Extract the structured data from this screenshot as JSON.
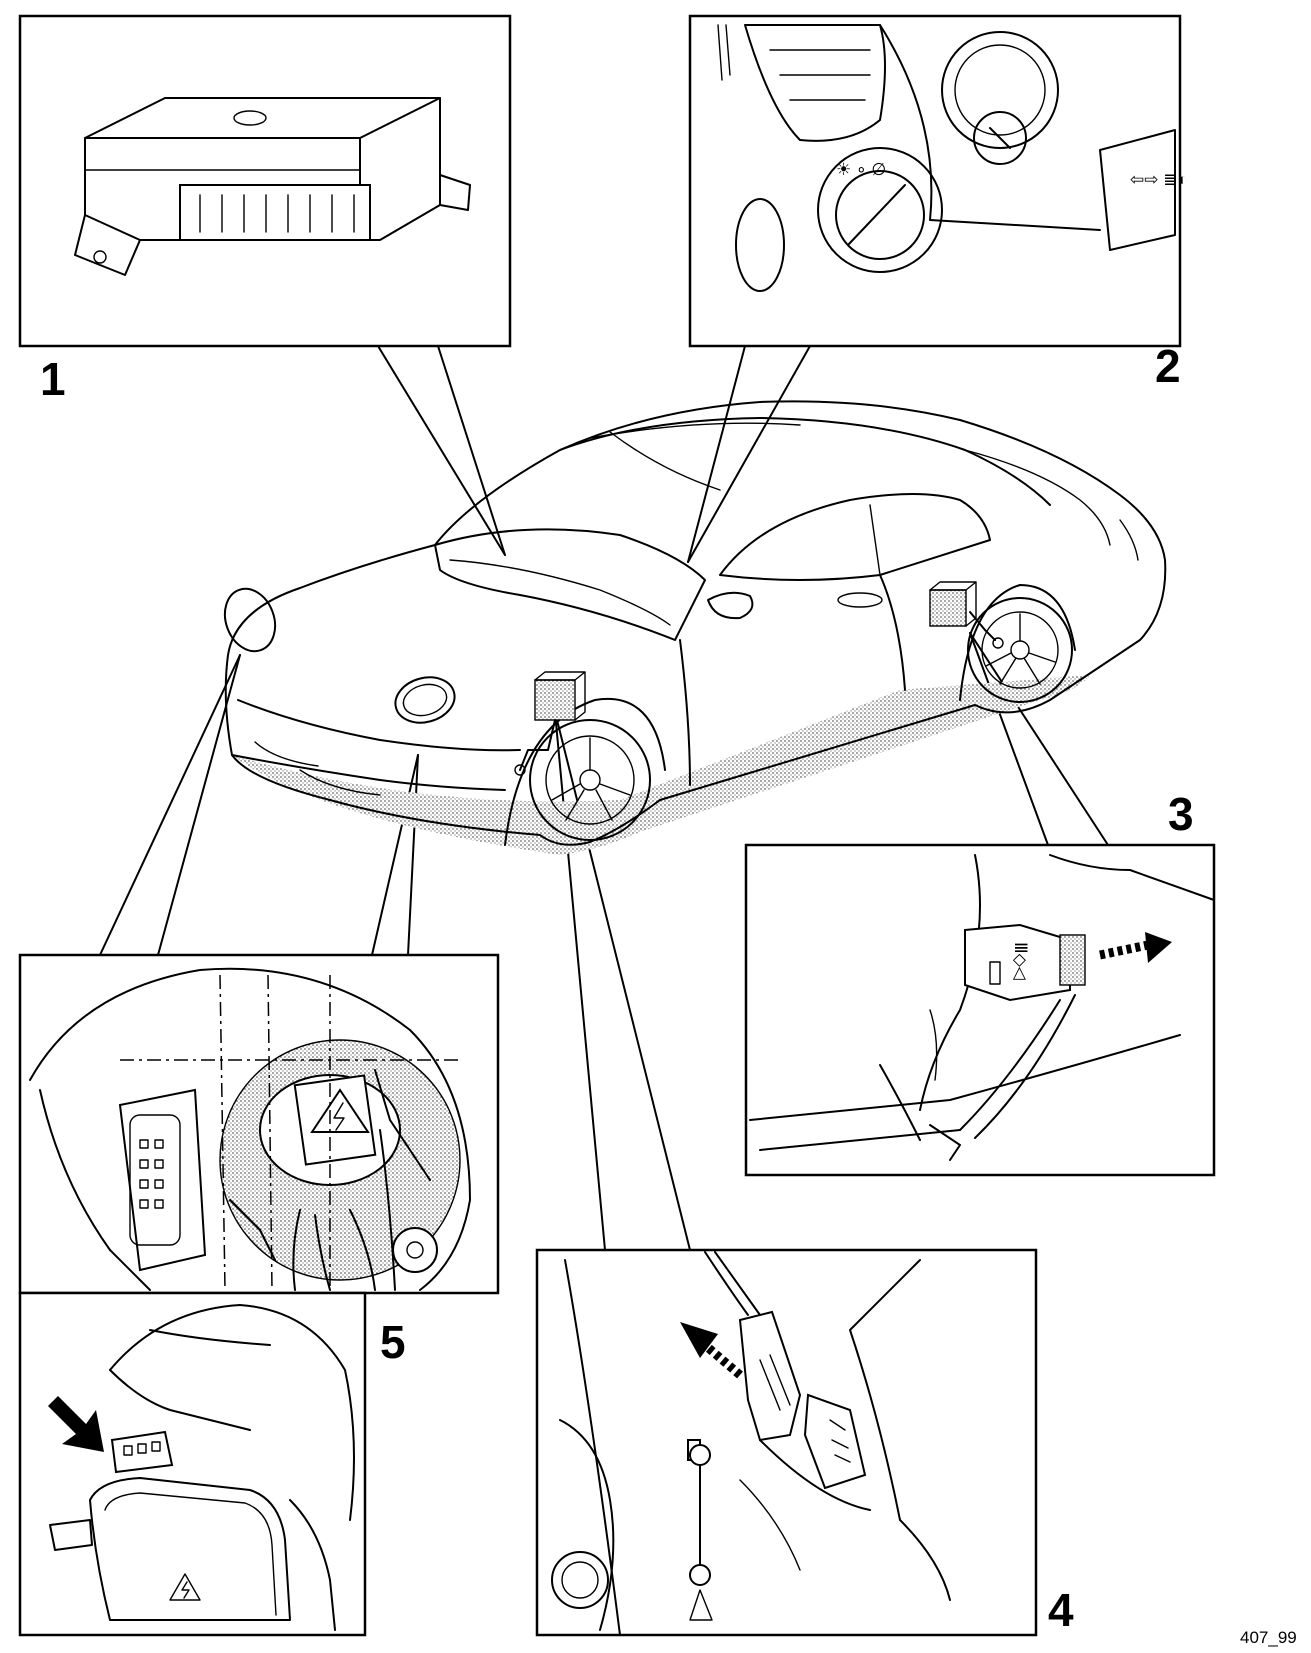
{
  "callouts": {
    "c1": "1",
    "c2": "2",
    "c3": "3",
    "c4": "4",
    "c5": "5"
  },
  "figure_id": "407_99",
  "icons": {
    "detail_1": "control-unit-box",
    "detail_2": "headlight-switch-dashboard",
    "detail_3": "rear-level-sensor-connector",
    "detail_4": "front-level-sensor-connector",
    "detail_5": "headlamp-rear-connector",
    "arrow": "dashed-arrow-icon",
    "warning": "high-voltage-warning-icon"
  },
  "colors": {
    "line": "#000000",
    "background": "#ffffff",
    "stipple": "#9a9a9a"
  }
}
